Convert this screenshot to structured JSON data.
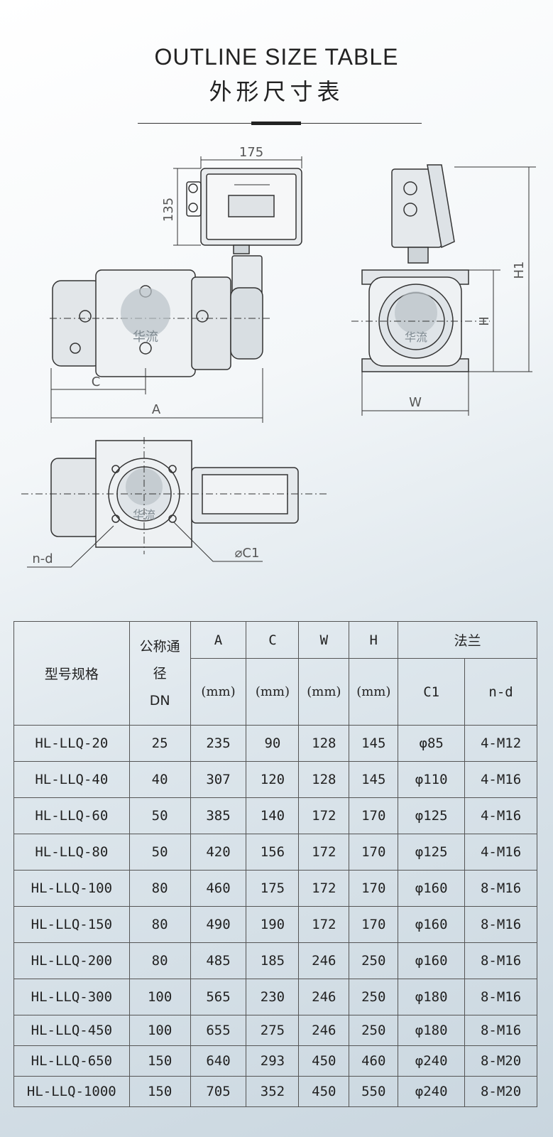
{
  "header": {
    "title_en": "OUTLINE SIZE TABLE",
    "title_zh": "外形尺寸表"
  },
  "drawing": {
    "dim_175": "175",
    "dim_135": "135",
    "dim_C": "C",
    "dim_A": "A",
    "dim_W": "W",
    "dim_H": "H",
    "dim_H1": "H1",
    "dim_nd": "n-d",
    "dim_C1": "⌀C1",
    "logo_text": "华流"
  },
  "table": {
    "headers": {
      "model": "型号规格",
      "dn_top": "公称通",
      "dn_mid": "径",
      "dn_bottom": "DN",
      "A": "A",
      "C": "C",
      "W": "W",
      "H": "H",
      "flange": "法兰",
      "C1": "C1",
      "nd": "n-d",
      "unit": "(mm)"
    },
    "rows": [
      {
        "model": "HL-LLQ-20",
        "dn": "25",
        "A": "235",
        "C": "90",
        "W": "128",
        "H": "145",
        "C1": "φ85",
        "nd": "4-M12"
      },
      {
        "model": "HL-LLQ-40",
        "dn": "40",
        "A": "307",
        "C": "120",
        "W": "128",
        "H": "145",
        "C1": "φ110",
        "nd": "4-M16"
      },
      {
        "model": "HL-LLQ-60",
        "dn": "50",
        "A": "385",
        "C": "140",
        "W": "172",
        "H": "170",
        "C1": "φ125",
        "nd": "4-M16"
      },
      {
        "model": "HL-LLQ-80",
        "dn": "50",
        "A": "420",
        "C": "156",
        "W": "172",
        "H": "170",
        "C1": "φ125",
        "nd": "4-M16"
      },
      {
        "model": "HL-LLQ-100",
        "dn": "80",
        "A": "460",
        "C": "175",
        "W": "172",
        "H": "170",
        "C1": "φ160",
        "nd": "8-M16"
      },
      {
        "model": "HL-LLQ-150",
        "dn": "80",
        "A": "490",
        "C": "190",
        "W": "172",
        "H": "170",
        "C1": "φ160",
        "nd": "8-M16"
      },
      {
        "model": "HL-LLQ-200",
        "dn": "80",
        "A": "485",
        "C": "185",
        "W": "246",
        "H": "250",
        "C1": "φ160",
        "nd": "8-M16"
      },
      {
        "model": "HL-LLQ-300",
        "dn": "100",
        "A": "565",
        "C": "230",
        "W": "246",
        "H": "250",
        "C1": "φ180",
        "nd": "8-M16"
      },
      {
        "model": "HL-LLQ-450",
        "dn": "100",
        "A": "655",
        "C": "275",
        "W": "246",
        "H": "250",
        "C1": "φ180",
        "nd": "8-M16"
      },
      {
        "model": "HL-LLQ-650",
        "dn": "150",
        "A": "640",
        "C": "293",
        "W": "450",
        "H": "460",
        "C1": "φ240",
        "nd": "8-M20"
      },
      {
        "model": "HL-LLQ-1000",
        "dn": "150",
        "A": "705",
        "C": "352",
        "W": "450",
        "H": "550",
        "C1": "φ240",
        "nd": "8-M20"
      }
    ]
  }
}
